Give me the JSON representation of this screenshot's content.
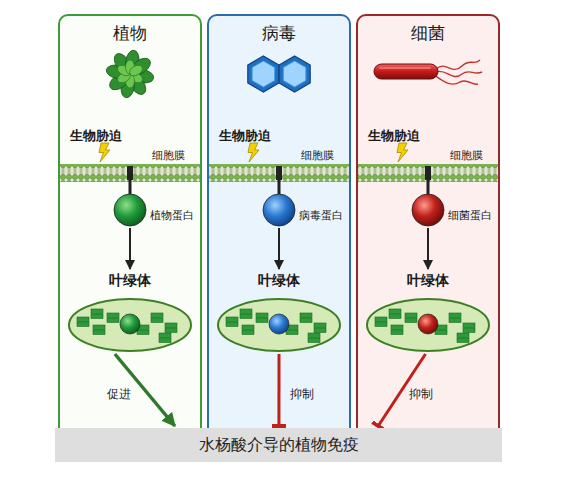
{
  "diagram": {
    "nodes": [
      {
        "text": [
          "植物"
        ]
      },
      {
        "text": [
          "植物蛋白"
        ],
        "in": 0
      },
      {
        "text": [
          "叶绿体"
        ],
        "in": 0
      },
      {
        "text": [
          "病毒"
        ]
      },
      {
        "text": [
          "病毒蛋白"
        ],
        "in": 3
      },
      {
        "text": [
          "叶绿体"
        ],
        "in": 3
      },
      {
        "text": [
          "细菌"
        ]
      },
      {
        "text": [
          "细菌蛋白"
        ],
        "in": 6
      },
      {
        "text": [
          "叶绿体"
        ],
        "in": 6
      },
      {
        "text": [
          "水杨酸介导的植物免疫"
        ]
      }
    ],
    "edges": [
      {
        "from": 1,
        "to": 2,
        "arrow": "to"
      },
      {
        "from": 2,
        "to": 9,
        "arrow": "to",
        "label": "促进"
      },
      {
        "from": 4,
        "to": 5,
        "arrow": "to"
      },
      {
        "from": 5,
        "to": 9,
        "arrow": "to",
        "label": "抑制"
      },
      {
        "from": 7,
        "to": 8,
        "arrow": "to"
      },
      {
        "from": 8,
        "to": 9,
        "arrow": "to",
        "label": "抑制"
      }
    ],
    "labels": [
      "生物胁迫",
      "细胞膜",
      "生物胁迫",
      "细胞膜",
      "生物胁迫",
      "细胞膜"
    ]
  }
}
